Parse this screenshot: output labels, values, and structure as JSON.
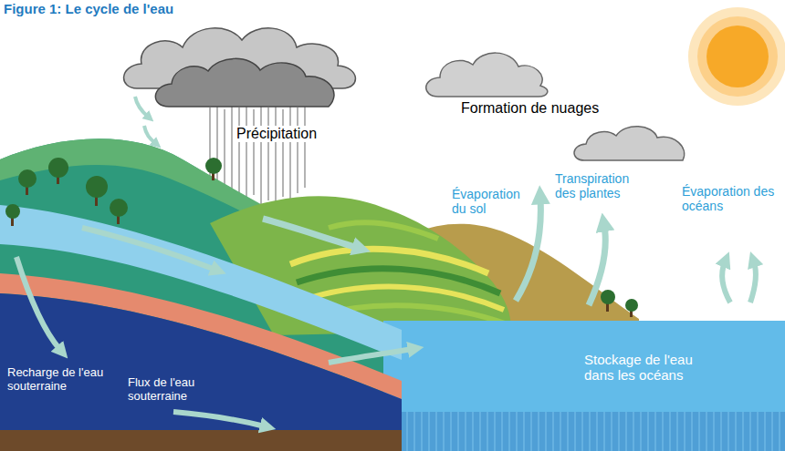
{
  "diagram": {
    "title": "Figure 1: Le cycle de l'eau",
    "labels": [
      "Précipitation",
      "Formation de nuages",
      "Évaporation du sol",
      "Transpiration des plantes",
      "Évaporation des océans",
      "Stockage de l'eau dans les océans",
      "Recharge de l'eau souterraine",
      "Flux de l'eau souterraine"
    ]
  }
}
